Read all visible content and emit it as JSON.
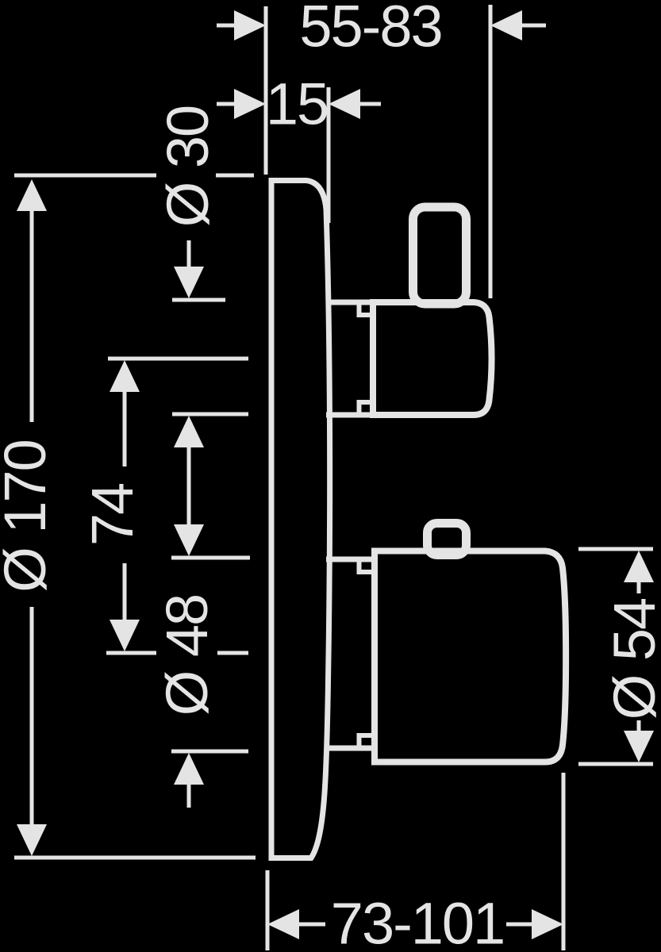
{
  "drawing": {
    "kind": "technical-dimension-drawing",
    "subject": "concealed-thermostat-mixer-side-view",
    "colors": {
      "background": "#000000",
      "line": "#e4e4e4"
    }
  },
  "labels": {
    "top_depth_range": "55-83",
    "plate_thickness": "15",
    "upper_valve_diameter": "Ø 30",
    "escutcheon_diameter": "Ø 170",
    "handle_center_distance": "74",
    "lower_sleeve_diameter": "Ø 48",
    "lower_knob_diameter": "Ø 54",
    "bottom_depth_range": "73-101"
  }
}
